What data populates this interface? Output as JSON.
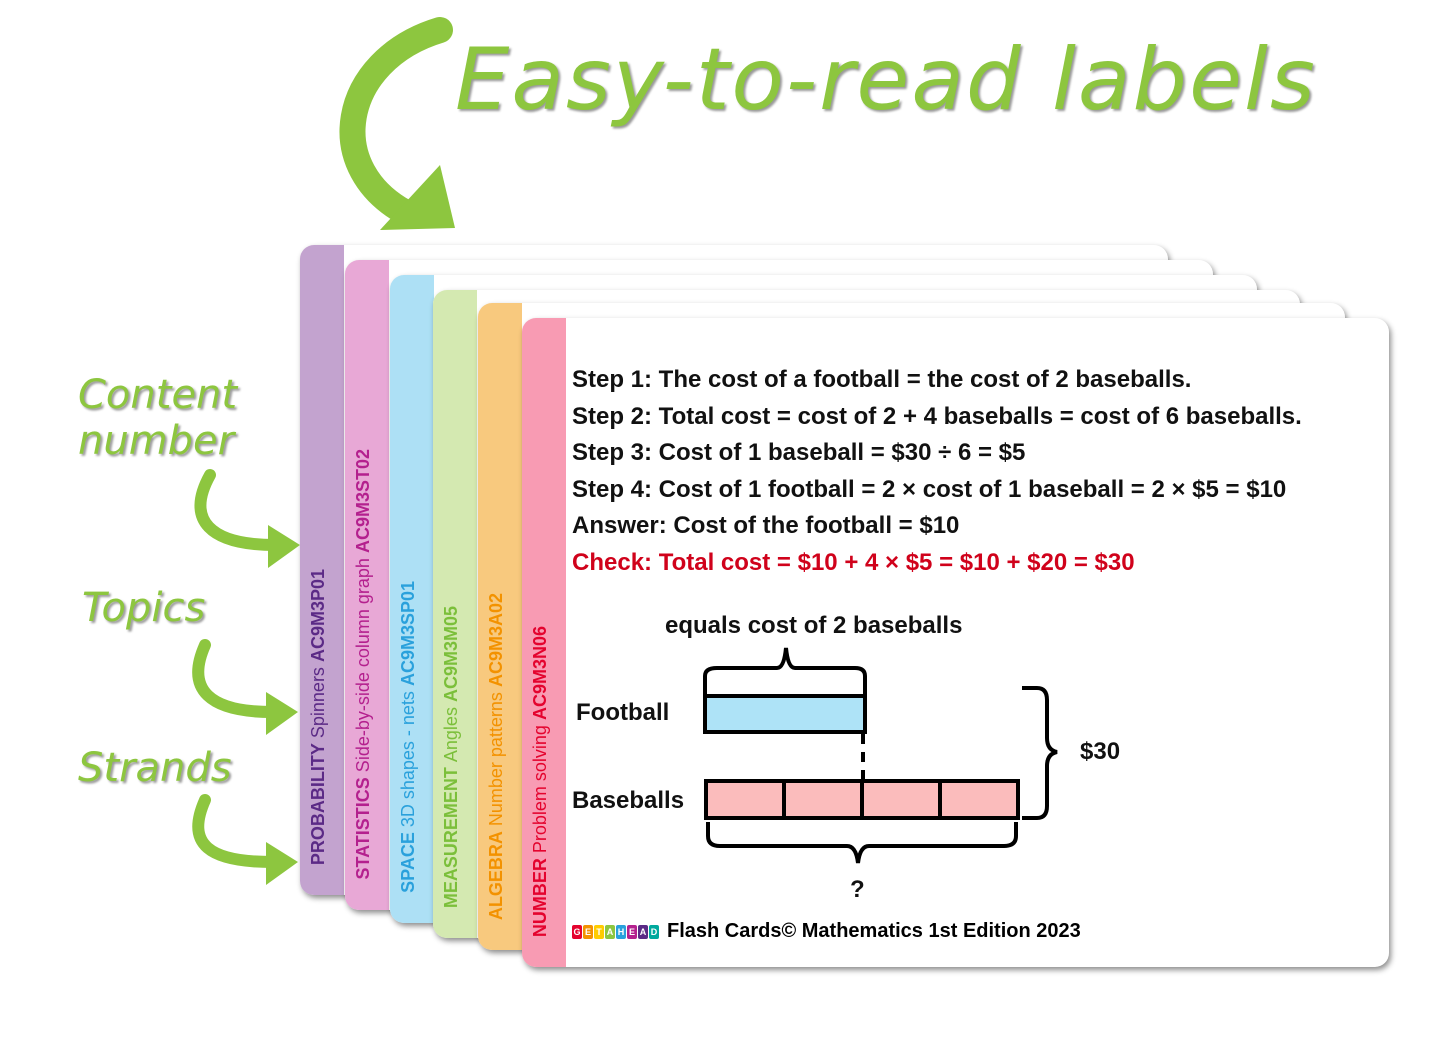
{
  "title": "Easy-to-read labels",
  "annotations": {
    "content_number": [
      "Content",
      "number"
    ],
    "topics": "Topics",
    "strands": "Strands"
  },
  "cards": [
    {
      "strand": "PROBABILITY",
      "topic": "Spinners",
      "code": "AC9M3P01",
      "stripe": "#c3a3cf",
      "color": "#5b2a86"
    },
    {
      "strand": "STATISTICS",
      "topic": "Side-by-side column graph",
      "code": "AC9M3ST02",
      "stripe": "#e8a8d6",
      "color": "#b4208e"
    },
    {
      "strand": "SPACE",
      "topic": "3D shapes - nets",
      "code": "AC9M3SP01",
      "stripe": "#ade0f5",
      "color": "#2aa1dc"
    },
    {
      "strand": "MEASUREMENT",
      "topic": "Angles",
      "code": "AC9M3M05",
      "stripe": "#d4e9b1",
      "color": "#7bbf3a"
    },
    {
      "strand": "ALGEBRA",
      "topic": "Number patterns",
      "code": "AC9M3A02",
      "stripe": "#f8c97e",
      "color": "#f39200"
    },
    {
      "strand": "NUMBER",
      "topic": "Problem solving",
      "code": "AC9M3N06",
      "stripe": "#f89bb3",
      "color": "#e4032e"
    }
  ],
  "front": {
    "steps": [
      "Step 1: The cost of a football = the cost of 2 baseballs.",
      "Step 2: Total cost = cost of 2 + 4 baseballs = cost of 6 baseballs.",
      "Step 3: Cost of 1 baseball = $30 ÷ 6 = $5",
      "Step 4: Cost of 1 football = 2 × cost of 1 baseball = 2 × $5 = $10",
      "Answer: Cost of the football = $10"
    ],
    "check": "Check: Total cost = $10 + 4 × $5 = $10 + $20 = $30",
    "diagram": {
      "brace_label": "equals cost of 2 baseballs",
      "football": "Football",
      "baseballs": "Baseballs",
      "total": "$30",
      "unknown": "?"
    },
    "footer": {
      "logo_letters": [
        "G",
        "E",
        "T",
        "A",
        "H",
        "E",
        "A",
        "D"
      ],
      "logo_colors": [
        "#e4032e",
        "#f39200",
        "#ffcc00",
        "#8dc63f",
        "#2aa1dc",
        "#b4208e",
        "#5b2a86",
        "#00a99d"
      ],
      "text": "Flash Cards© Mathematics 1st Edition 2023"
    }
  }
}
